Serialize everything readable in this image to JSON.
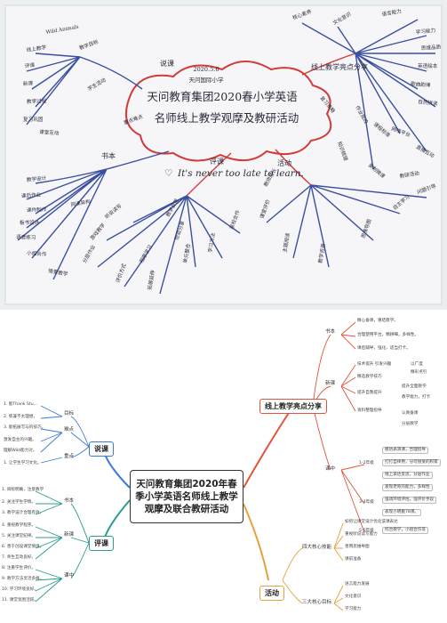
{
  "photo": {
    "date": "2020.5.6",
    "title_line1": "天问教育集团2020春小学英语",
    "title_line2": "名师线上教学观摩及教研活动",
    "quote": "It's never too late to learn.",
    "org_unit": "天问国际小学",
    "branches": {
      "top_left": "说课",
      "left_mid": "书本",
      "center_bottom": "评课",
      "bottom_right": "活动",
      "top_right": "线上教学亮点分享"
    },
    "notes": [
      "Wild Animals",
      "线上教学",
      "评课",
      "新课",
      "教学过程",
      "复习巩固",
      "课堂互动",
      "教学目标",
      "学生活动",
      "重点难点",
      "教学设计",
      "课后作业",
      "课件制作",
      "板书设计",
      "语音练习",
      "小组合作",
      "情景教学",
      "听说读写",
      "游戏教学",
      "分层作业",
      "评价方式",
      "拓展延伸",
      "单元整合",
      "学习方法",
      "家校合作",
      "教学反思",
      "课堂评价",
      "主题阅读",
      "教学资源",
      "思维导图",
      "自主学习",
      "问题引导",
      "核心素养",
      "文化意识",
      "语言能力",
      "学习能力",
      "思维品质",
      "英语绘本",
      "歌曲韵律",
      "自然拼读",
      "网络平台",
      "直播互动",
      "录制微课",
      "作业批改",
      "知识梳理",
      "复习策略",
      "课程标准",
      "教研活动",
      "教师成长",
      "经验分享",
      "观摩学习",
      "同课异构"
    ]
  },
  "digital": {
    "center_title": "天问教育集团2020年春季小学英语名师线上教学观摩及联合教研活动",
    "branches": [
      {
        "id": "share",
        "label": "线上教学亮点分享"
      },
      {
        "id": "shuoke",
        "label": "说课"
      },
      {
        "id": "pingke",
        "label": "评课"
      },
      {
        "id": "huodong",
        "label": "活动"
      }
    ],
    "share_groups": [
      {
        "label": "书本",
        "items": [
          "精心备课，重结教学。",
          "合理使用平台，精耕细，多样性。",
          "课后辅导，强化，适当打卡。"
        ]
      },
      {
        "label": "新课",
        "items": [
          "技术提升   引发兴趣",
          "精选教学技巧",
          "提升自我提升",
          "资料整理指导"
        ],
        "extra": [
          "以广度",
          "精彩点引",
          "提升全面教学",
          "教学能力，打卡",
          "认真备课",
          "分层教学"
        ]
      },
      {
        "label": "课中",
        "items": [
          "1-2年级",
          "3-4年级",
          "5-6年级"
        ],
        "extra": [
          "模仿表演课，合理指导",
          "打打自律用，分可接受的积累",
          "线上表达反思，分层作业",
          "发现老师的能力，多样性",
          "强调环境评估，强评价手段",
          "表现小明搬78课。",
          "综合教学，小组合作等"
        ]
      }
    ],
    "shuoke_groups": [
      {
        "label": "目标",
        "items": [
          "1. 能Thank Stu...",
          "2. 练兼不太理想。"
        ]
      },
      {
        "label": "难点",
        "items": [
          "3. 能拓展写与的技巧。",
          "激发自主的兴趣。",
          "理解Wild能力对。"
        ]
      },
      {
        "label": "重点",
        "items": [
          "1. 让学生学习文化。"
        ]
      }
    ],
    "pingke_groups": [
      {
        "label": "书本",
        "items": [
          "1. 目标明确，注意教学",
          "2. 关注学生学情。",
          "3. 教学设计合理有效。"
        ]
      },
      {
        "label": "新课",
        "items": [
          "4. 重视教学程序。",
          "5. 关注课堂纪律。",
          "6. 善于创设课堂情境。",
          "7. 师生互动良好。"
        ]
      },
      {
        "label": "课中",
        "items": [
          "8. 注重学生评价。",
          "9. 教学方法灵活多样。",
          "10. 学习环境良好。",
          "11. 课堂氛围活跃。"
        ]
      }
    ],
    "huodong_groups": [
      {
        "label": "四大核心技能",
        "items": [
          "如何让课堂设计优化该课表达",
          "重视听说读写能力",
          "善用思维导图",
          "课前准备"
        ]
      },
      {
        "label": "三大核心目标",
        "items": [
          "语言能力发展",
          "文化意识",
          "学习能力"
        ]
      }
    ],
    "colors": {
      "share": "#e0543b",
      "shuoke": "#3a7bd5",
      "pingke": "#2a9d8f",
      "huodong": "#e7a13b",
      "handwriting_red": "#d33b3b",
      "handwriting_blue": "#3a4fa0"
    }
  }
}
